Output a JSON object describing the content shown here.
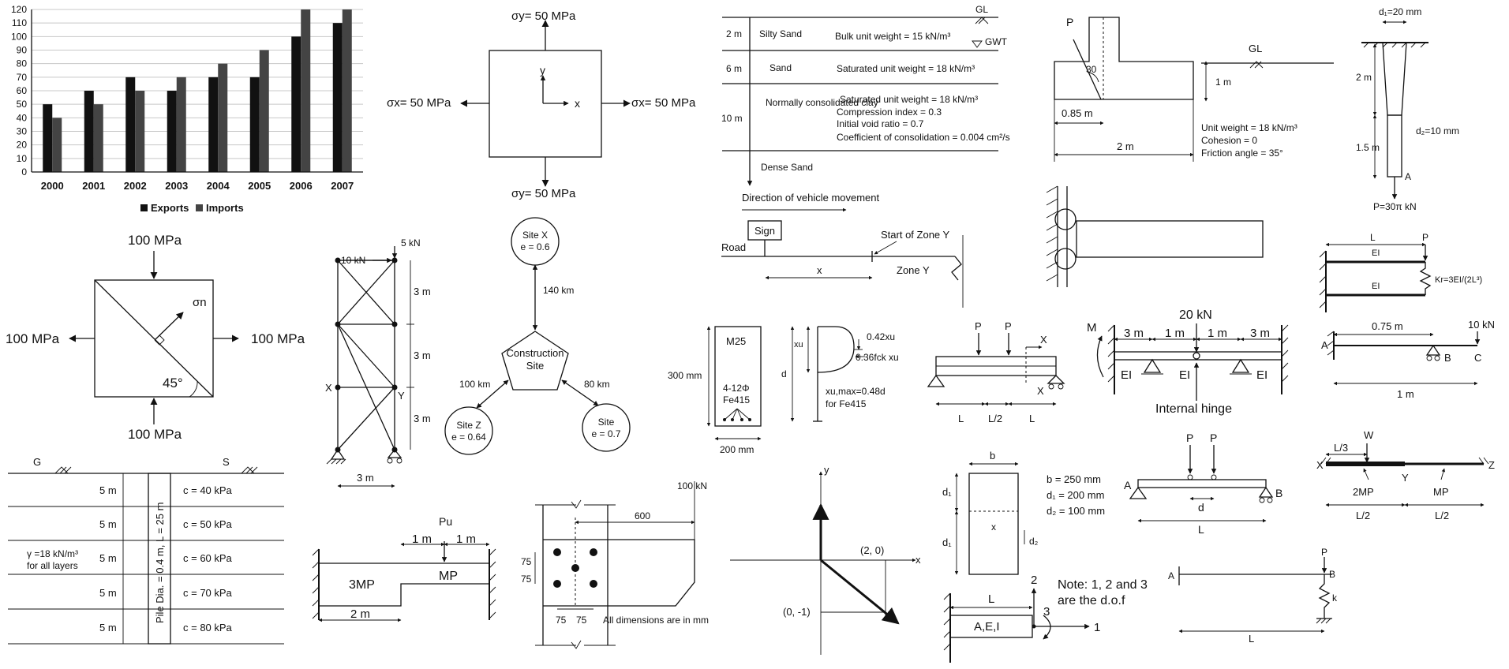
{
  "chart_data": {
    "type": "bar",
    "categories": [
      "2000",
      "2001",
      "2002",
      "2003",
      "2004",
      "2005",
      "2006",
      "2007"
    ],
    "series": [
      {
        "name": "Exports",
        "values": [
          50,
          60,
          70,
          60,
          70,
          70,
          100,
          110
        ],
        "color": "#111111"
      },
      {
        "name": "Imports",
        "values": [
          40,
          50,
          60,
          70,
          80,
          90,
          120,
          120
        ],
        "color": "#444444"
      }
    ],
    "ylim": [
      0,
      120
    ],
    "yticks": [
      "0",
      "10",
      "20",
      "30",
      "40",
      "50",
      "60",
      "70",
      "80",
      "90",
      "100",
      "110",
      "120"
    ],
    "grid": true,
    "legend_position": "bottom"
  },
  "stress_element": {
    "sy_top": "σy= 50 MPa",
    "sy_bottom": "σy= 50 MPa",
    "sx_left": "σx= 50 MPa",
    "sx_right": "σx= 50 MPa",
    "axis_x": "x",
    "axis_y": "y"
  },
  "soil_profile": {
    "gl": "GL",
    "gwt": "GWT",
    "layers": [
      {
        "depth": "2 m",
        "name": "Silty Sand",
        "props": [
          "Bulk unit weight = 15 kN/m³"
        ]
      },
      {
        "depth": "6 m",
        "name": "Sand",
        "props": [
          "Saturated unit weight = 18 kN/m³"
        ]
      },
      {
        "depth": "10 m",
        "name": "Normally consolidated clay",
        "props": [
          "Saturated unit weight = 18 kN/m³",
          "Compression index = 0.3",
          "Initial void ratio = 0.7",
          "Coefficient of consolidation = 0.004 cm²/s"
        ]
      }
    ],
    "bottom": "Dense Sand"
  },
  "wall": {
    "p": "P",
    "angle": "30",
    "gl": "GL",
    "h": "1 m",
    "d1": "0.85 m",
    "d2": "2 m",
    "props": [
      "Unit weight = 18 kN/m³",
      "Cohesion = 0",
      "Friction angle = 35°"
    ]
  },
  "tapered_bar": {
    "d1": "d₁=20 mm",
    "d2": "d₂=10 mm",
    "l1": "2 m",
    "l2": "1.5 m",
    "a": "A",
    "p": "P=30π kN"
  },
  "plane_stress": {
    "top": "100 MPa",
    "bottom": "100 MPa",
    "left": "100 MPa",
    "right": "100 MPa",
    "sigma": "σn",
    "angle": "45°"
  },
  "truss": {
    "f1": "5 kN",
    "f2": "10 kN",
    "h1": "3 m",
    "h2": "3 m",
    "h3": "3 m",
    "x": "X",
    "y": "Y",
    "w": "3 m"
  },
  "sites": {
    "x": {
      "name": "Site X",
      "e": "e = 0.6"
    },
    "z": {
      "name": "Site Z",
      "e": "e = 0.64"
    },
    "y": {
      "name": "Site",
      "e": "e = 0.7"
    },
    "center": "Construction Site",
    "d1": "140 km",
    "d2": "100 km",
    "d3": "80 km"
  },
  "road": {
    "direction": "Direction of vehicle movement",
    "sign": "Sign",
    "road": "Road",
    "start": "Start of Zone Y",
    "x": "x",
    "zone": "Zone Y"
  },
  "rc_section": {
    "grade": "M25",
    "bars": "4-12Φ",
    "steel": "Fe415",
    "h": "300 mm",
    "b": "200 mm",
    "xu": "xu",
    "d": "d",
    "s1": "0.42xu",
    "s2": "0.36fck xu",
    "n1": "xu,max=0.48d",
    "n2": "for Fe415"
  },
  "beam_pp": {
    "p1": "P",
    "p2": "P",
    "x": "X",
    "l1": "L",
    "l2": "L/2",
    "l3": "L"
  },
  "hinged_beam": {
    "load": "20 kN",
    "m": "M",
    "s": [
      "3 m",
      "1 m",
      "1 m",
      "3 m"
    ],
    "ei": "EI",
    "hinge": "Internal hinge"
  },
  "frame_spring": {
    "l": "L",
    "p": "P",
    "ei": "EI",
    "k": "Kr=3EI/(2L³)"
  },
  "cantilever": {
    "a": "A",
    "b": "B",
    "c": "C",
    "load": "10 kN",
    "s1": "0.75 m",
    "s2": "1 m"
  },
  "pile": {
    "g": "G",
    "s": "S",
    "layers": [
      "5 m",
      "5 m",
      "5 m",
      "5 m",
      "5 m"
    ],
    "c": [
      "c = 40 kPa",
      "c = 50 kPa",
      "c = 60 kPa",
      "c = 70 kPa",
      "c = 80 kPa"
    ],
    "gamma": "γ =18 kN/m³",
    "gamma2": "for all layers",
    "pile": "Pile Dia. = 0.4 m, L = 25 m"
  },
  "plastic_beam": {
    "pu": "Pu",
    "d1": "1 m",
    "d2": "1 m",
    "m1": "3MP",
    "m2": "MP",
    "l": "2 m"
  },
  "bolted": {
    "load": "100 kN",
    "d600": "600",
    "d75a": "75",
    "d75b": "75",
    "d75c": "75",
    "d75d": "75",
    "note": "All dimensions are in mm"
  },
  "vector": {
    "y": "y",
    "x": "x",
    "p1": "(2, 0)",
    "p2": "(0, -1)"
  },
  "rect_section": {
    "b": "b",
    "d1": "d₁",
    "d2": "d₂",
    "x": "x",
    "v1": "b = 250 mm",
    "v2": "d₁ = 200 mm",
    "v3": "d₂ = 100 mm"
  },
  "frame_dof": {
    "l": "L",
    "sec": "A,E,I",
    "n1": "1",
    "n2": "2",
    "n3": "3",
    "note1": "Note: 1, 2 and 3",
    "note2": "are the d.o.f"
  },
  "moving_load": {
    "p1": "P",
    "p2": "P",
    "a": "A",
    "b": "B",
    "d": "d",
    "l": "L"
  },
  "collapse": {
    "w": "W",
    "x": "X",
    "y": "Y",
    "z": "Z",
    "l3": "L/3",
    "m1": "2MP",
    "m2": "MP",
    "h1": "L/2",
    "h2": "L/2"
  },
  "spring_beam": {
    "a": "A",
    "b": "B",
    "p": "P",
    "k": "k",
    "l": "L"
  }
}
